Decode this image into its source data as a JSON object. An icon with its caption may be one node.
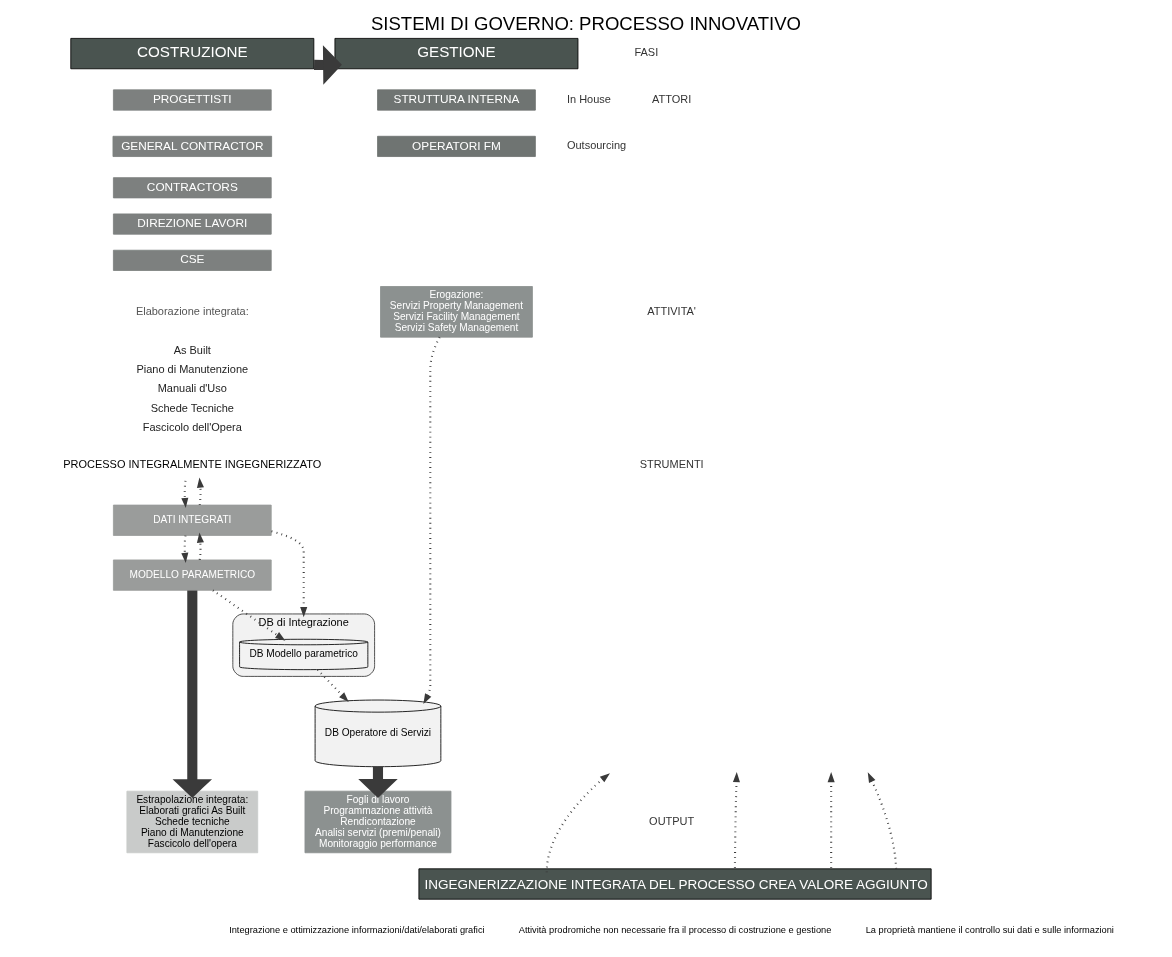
{
  "diagram": {
    "title": "SISTEMI DI GOVERNO: PROCESSO INNOVATIVO",
    "nodes": [
      {
        "text": [
          "COSTRUZIONE"
        ]
      },
      {
        "text": [
          "GESTIONE"
        ]
      },
      {
        "text": [
          "PROGETTISTI"
        ]
      },
      {
        "text": [
          "GENERAL CONTRACTOR"
        ]
      },
      {
        "text": [
          "CONTRACTORS"
        ]
      },
      {
        "text": [
          "DIREZIONE LAVORI"
        ]
      },
      {
        "text": [
          "CSE"
        ]
      },
      {
        "text": [
          "STRUTTURA INTERNA"
        ],
        "beside": [
          "In House"
        ]
      },
      {
        "text": [
          "OPERATORI FM"
        ],
        "beside": [
          "Outsourcing"
        ]
      },
      {
        "text": [
          "Erogazione:",
          "Servizi Property Management",
          "Servizi Facility Management",
          "Servizi Safety Management"
        ]
      },
      {
        "text": [
          "PROCESSO INTEGRALMENTE INGEGNERIZZATO"
        ]
      },
      {
        "text": [
          "DATI INTEGRATI"
        ]
      },
      {
        "text": [
          "MODELLO PARAMETRICO"
        ]
      },
      {
        "text": [
          "DB di Integrazione"
        ]
      },
      {
        "text": [
          "DB Modello parametrico"
        ],
        "in": 13
      },
      {
        "text": [
          "DB Operatore di Servizi"
        ]
      },
      {
        "text": [
          "Estrapolazione integrata:",
          "Elaborati grafici As Built",
          "Schede tecniche",
          "Piano di Manutenzione",
          "Fascicolo dell'opera"
        ]
      },
      {
        "text": [
          "Fogli di lavoro",
          "Programmazione attività",
          "Rendicontazione",
          "Analisi servizi (premi/penali)",
          "Monitoraggio performance"
        ]
      },
      {
        "text": [
          "INGEGNERIZZAZIONE INTEGRATA DEL PROCESSO CREA VALORE AGGIUNTO"
        ]
      }
    ],
    "edges": [
      {
        "from": 0,
        "to": 1,
        "arrow": "to",
        "style": "thick"
      },
      {
        "from": 10,
        "to": 11,
        "arrow": "to",
        "style": "dashed"
      },
      {
        "from": 11,
        "to": 10,
        "arrow": "to",
        "style": "dashed"
      },
      {
        "from": 11,
        "to": 12,
        "arrow": "to",
        "style": "dashed"
      },
      {
        "from": 12,
        "to": 11,
        "arrow": "to",
        "style": "dashed"
      },
      {
        "from": 11,
        "to": 13,
        "arrow": "to",
        "style": "dashed"
      },
      {
        "from": 12,
        "to": 14,
        "arrow": "to",
        "style": "dashed"
      },
      {
        "from": 14,
        "to": 15,
        "arrow": "to",
        "style": "dashed"
      },
      {
        "from": 9,
        "to": 15,
        "arrow": "to",
        "style": "dashed"
      },
      {
        "from": 12,
        "to": 16,
        "arrow": "to",
        "style": "thick"
      },
      {
        "from": 15,
        "to": 17,
        "arrow": "to",
        "style": "thick"
      },
      {
        "from": 18,
        "to": null,
        "arrow": "to",
        "style": "dashed"
      },
      {
        "from": 18,
        "to": null,
        "arrow": "to",
        "style": "dashed"
      },
      {
        "from": 18,
        "to": null,
        "arrow": "to",
        "style": "dashed"
      },
      {
        "from": 18,
        "to": null,
        "arrow": "to",
        "style": "dashed"
      }
    ],
    "labels": [
      "FASI",
      "ATTORI",
      "ATTIVITA'",
      "STRUMENTI",
      "OUTPUT",
      "Elaborazione integrata:",
      "As Built",
      "Piano di Manutenzione",
      "Manuali d'Uso",
      "Schede Tecniche",
      "Fascicolo dell'Opera",
      "Integrazione e ottimizzazione informazioni/dati/elaborati grafici",
      "Attività prodromiche non necessarie fra il processo di costruzione e gestione",
      "La proprietà mantiene il controllo sui dati e sulle informazioni"
    ]
  }
}
